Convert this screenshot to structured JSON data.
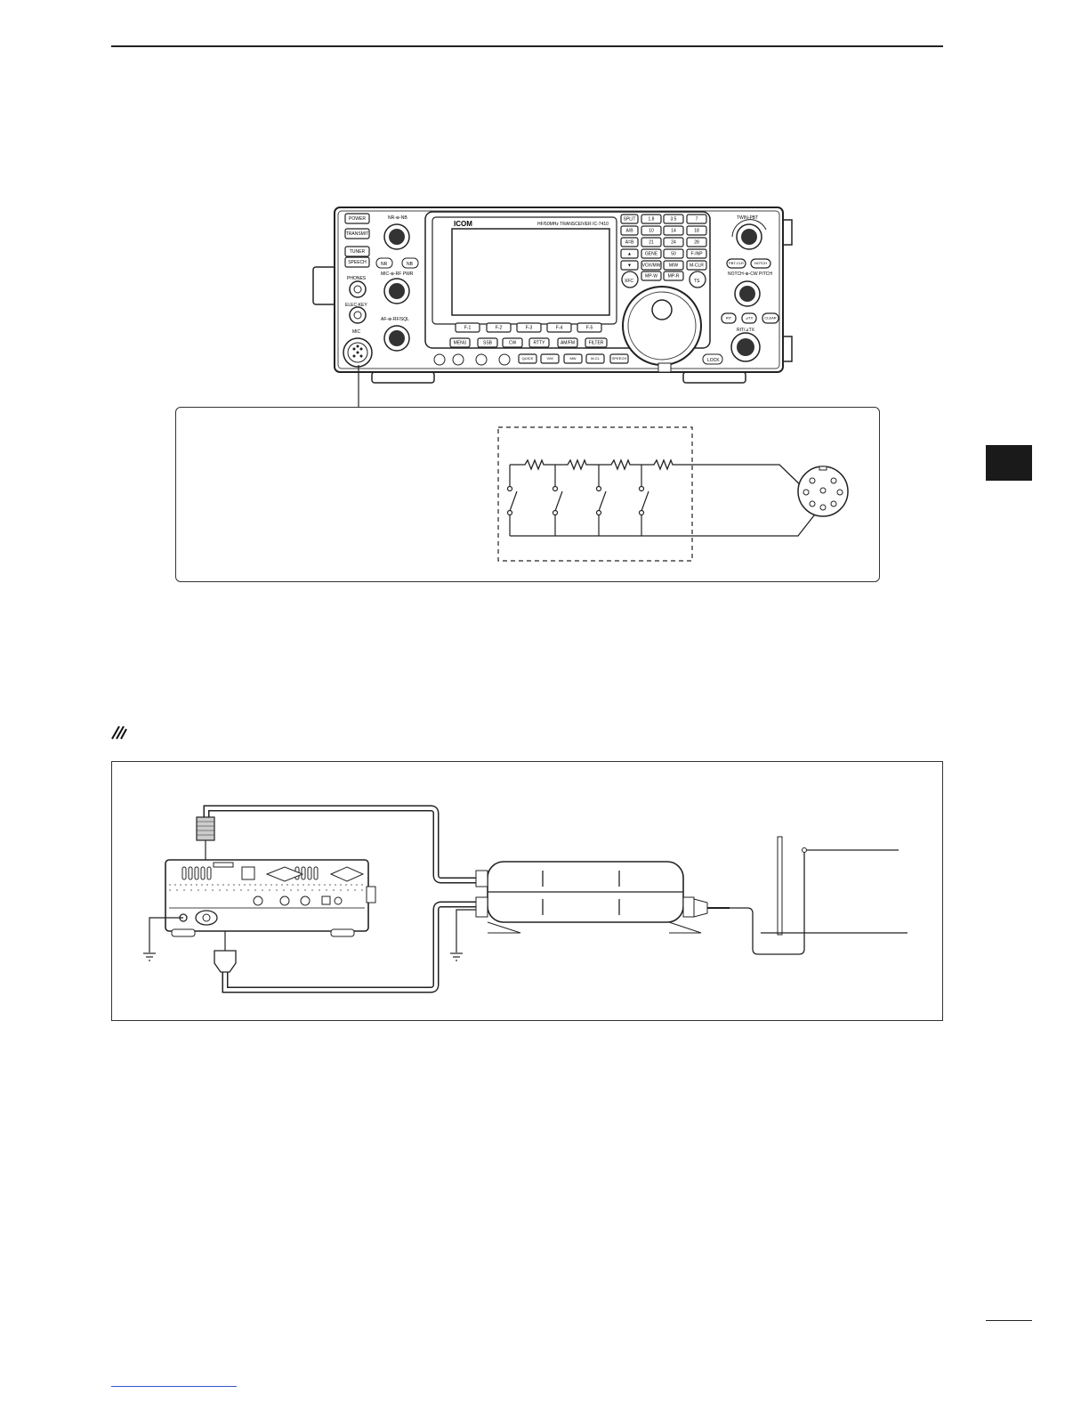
{
  "radio": {
    "brand": "ICOM",
    "model_caption": "HF/50MHz TRANSCEIVER IC-7410",
    "left_buttons": [
      "POWER",
      "TRANSMIT",
      "TUNER",
      "SPEECH"
    ],
    "left_labels": {
      "nr_nb": "NR-⊕-NB",
      "mic_rfpwr": "MIC-⊕-RF PWR",
      "af_rfsql": "AF-⊕-RF/SQL",
      "phones": "PHONES",
      "elec_key": "ELEC-KEY",
      "mic": "MIC"
    },
    "small_buttons": [
      "NR",
      "NB"
    ],
    "function_keys": [
      "F-1",
      "F-2",
      "F-3",
      "F-4",
      "F-5"
    ],
    "mode_keys": [
      "MENU",
      "SSB",
      "CW",
      "RTTY",
      "AM/FM",
      "FILTER"
    ],
    "bottom_keys": [
      "QUICK",
      "V/M",
      "MW",
      "M-CL",
      "SPEECH"
    ],
    "keypad_left": [
      "SPLIT",
      "A/B",
      "A=B",
      "▲",
      "▼"
    ],
    "keypad_grid": [
      [
        "1.8",
        "3.5",
        "7"
      ],
      [
        "10",
        "14",
        "18"
      ],
      [
        "21",
        "24",
        "28"
      ],
      [
        "GENE",
        "50",
        "F-INP"
      ],
      [
        "VOX/MW",
        "M/W",
        "M-CLR"
      ]
    ],
    "keypad_bottom": [
      "MP-W",
      "MP-R"
    ],
    "xfc": "XFC",
    "ts": "TS",
    "right_labels": {
      "twin_pbt": "TWIN-PBT",
      "notch_cw": "NOTCH-⊕-CW PITCH",
      "rit_dtx": "RIT/⊿TX"
    },
    "right_buttons": [
      "PBT-CLR",
      "NOTCH",
      "RIT",
      "⊿TX",
      "CLEAR"
    ],
    "lock": "LOCK"
  }
}
